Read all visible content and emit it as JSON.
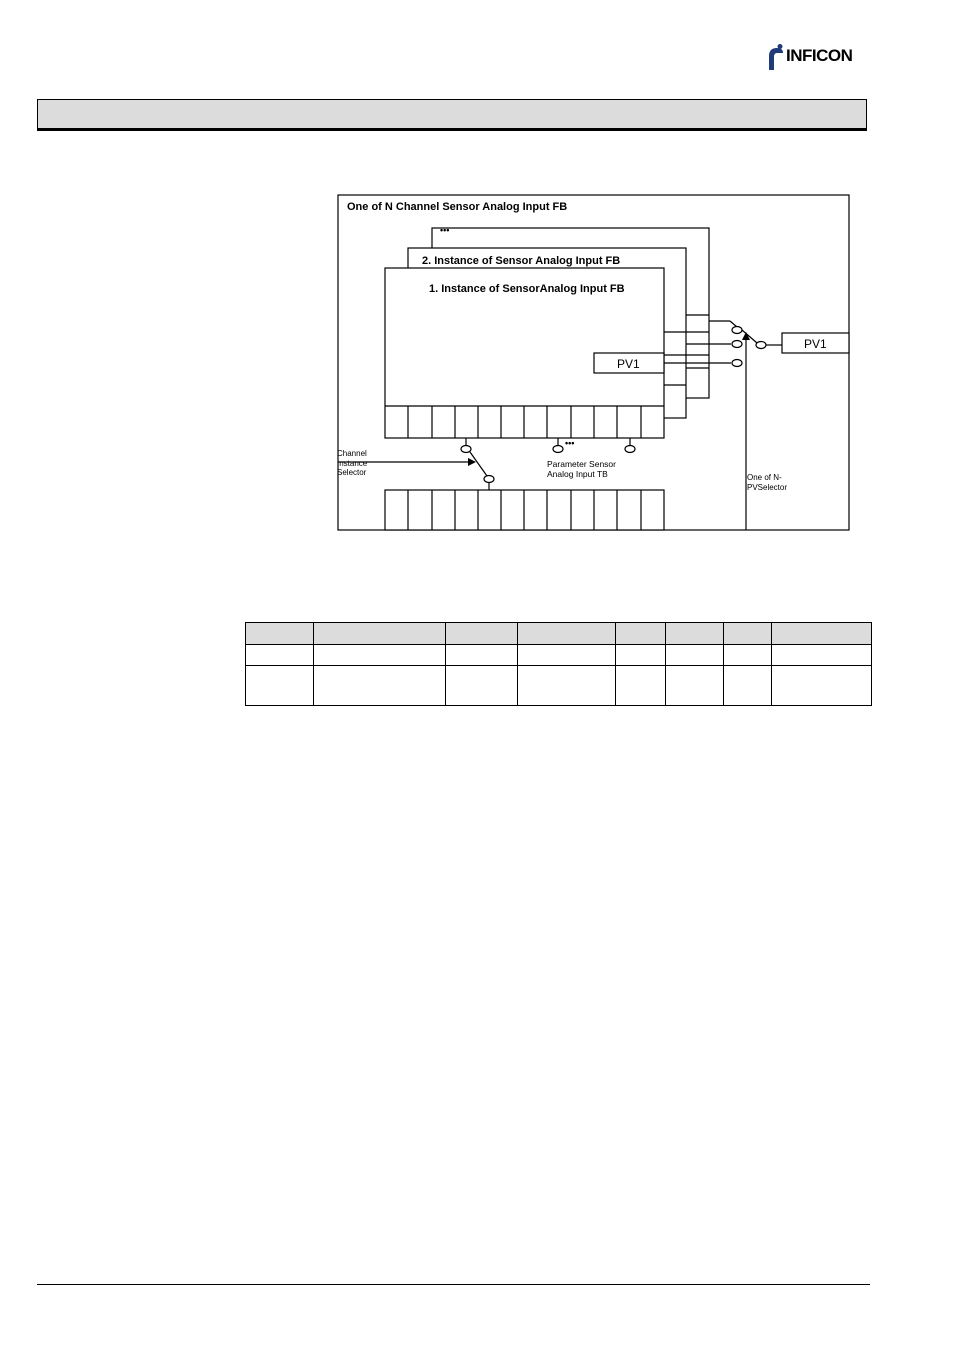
{
  "brand": {
    "logo_text": "INFICON"
  },
  "header": {
    "title": ""
  },
  "diagram": {
    "outer_title": "One of N Channel Sensor Analog Input FB",
    "ellipsis_top": "•••",
    "instance2_title": "2. Instance of Sensor Analog Input FB",
    "instance1_title": "1. Instance of SensorAnalog Input FB",
    "pv1_inner": "PV1",
    "pv1_output": "PV1",
    "channel_selector": [
      "Channel",
      "Instance",
      "Selector"
    ],
    "ellipsis_params": "•••",
    "parameter_label": [
      "Parameter Sensor",
      "Analog Input TB"
    ],
    "pv_selector": [
      "One of N-",
      "PVSelector"
    ]
  },
  "table": {
    "headers": [
      "",
      "",
      "",
      "",
      "",
      "",
      "",
      ""
    ],
    "rows": [
      [
        "",
        "",
        "",
        "",
        "",
        "",
        "",
        ""
      ],
      [
        "",
        "",
        "",
        "",
        "",
        "",
        "",
        ""
      ]
    ]
  }
}
